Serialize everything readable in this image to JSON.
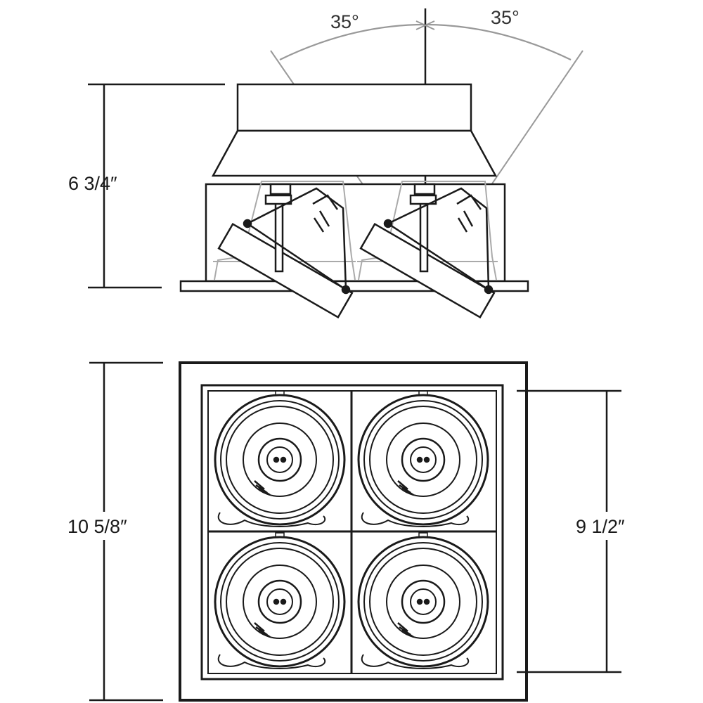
{
  "side_view": {
    "height_label": "6 3/4″",
    "angle_left_label": "35°",
    "angle_right_label": "35°"
  },
  "top_view": {
    "outer_label": "10 5/8″",
    "inner_label": "9 1/2″"
  },
  "colors": {
    "line": "#1a1a1a",
    "ghost": "#aaaaaa",
    "ghost_dark": "#888888"
  }
}
